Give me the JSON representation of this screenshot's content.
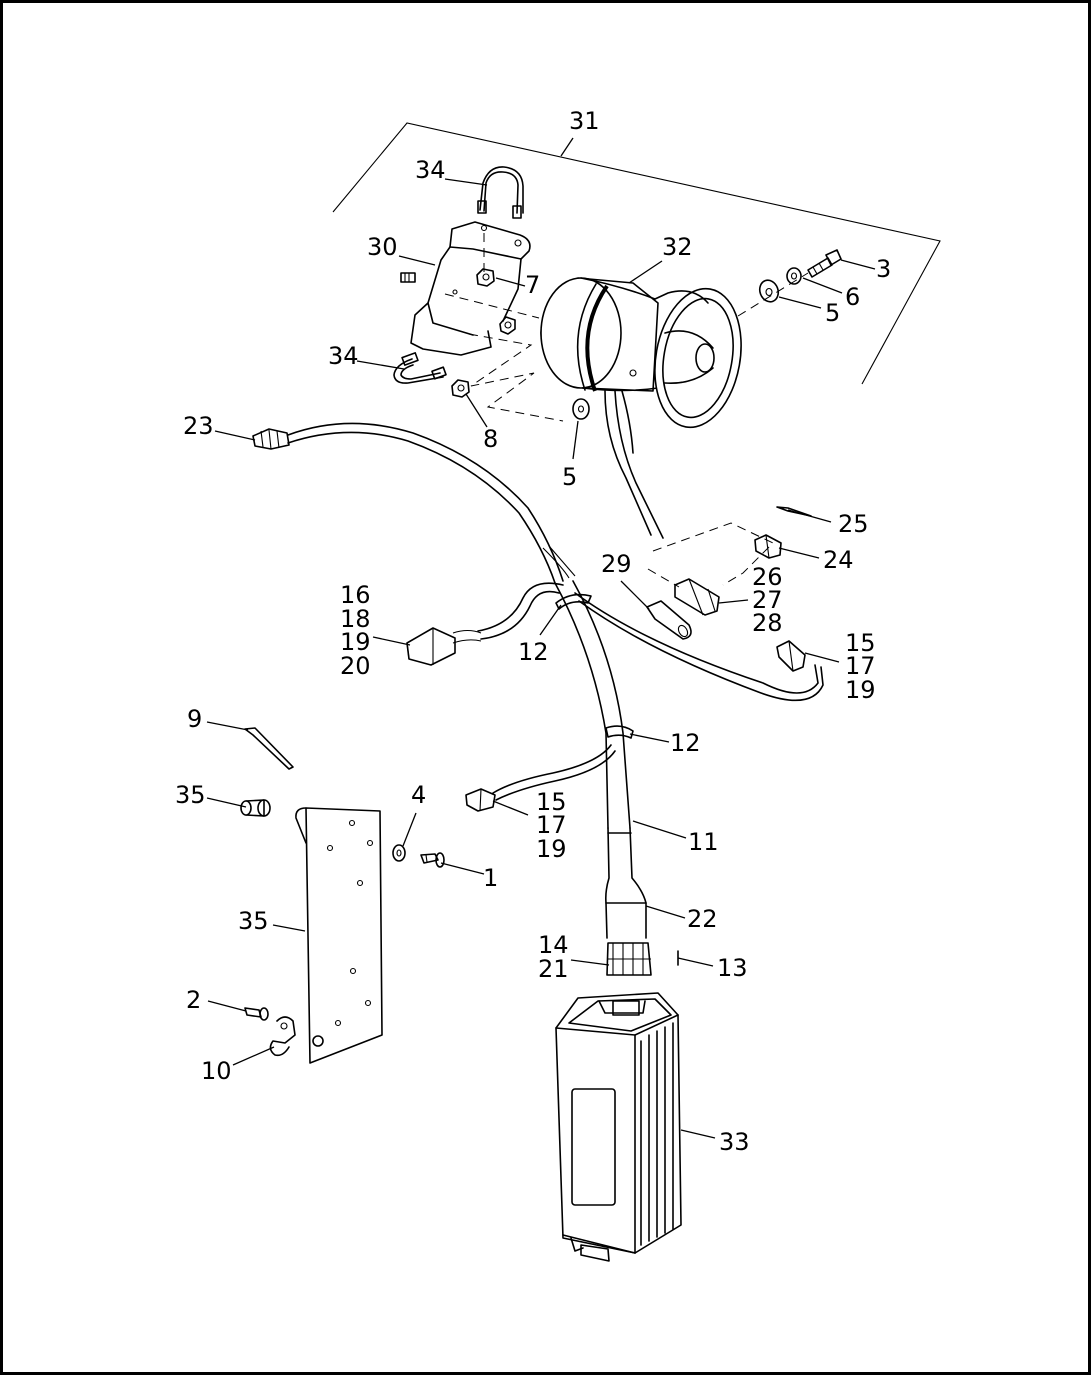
{
  "diagram": {
    "callouts": {
      "c31": "31",
      "c34_top": "34",
      "c30": "30",
      "c32": "32",
      "c7": "7",
      "c3": "3",
      "c6": "6",
      "c5_right": "5",
      "c34_left": "34",
      "c8": "8",
      "c5_lower": "5",
      "c23": "23",
      "c25": "25",
      "c24": "24",
      "c29": "29",
      "c26": "26",
      "c27": "27",
      "c28": "28",
      "c16": "16",
      "c18": "18",
      "c19_a": "19",
      "c20": "20",
      "c12_upper": "12",
      "c15_a": "15",
      "c17_a": "17",
      "c19_b": "19",
      "c9": "9",
      "c12_lower": "12",
      "c35_top": "35",
      "c4": "4",
      "c15_b": "15",
      "c17_b": "17",
      "c19_c": "19",
      "c11": "11",
      "c1": "1",
      "c35_plate": "35",
      "c22": "22",
      "c14": "14",
      "c21": "21",
      "c13": "13",
      "c2": "2",
      "c10": "10",
      "c33": "33"
    }
  }
}
